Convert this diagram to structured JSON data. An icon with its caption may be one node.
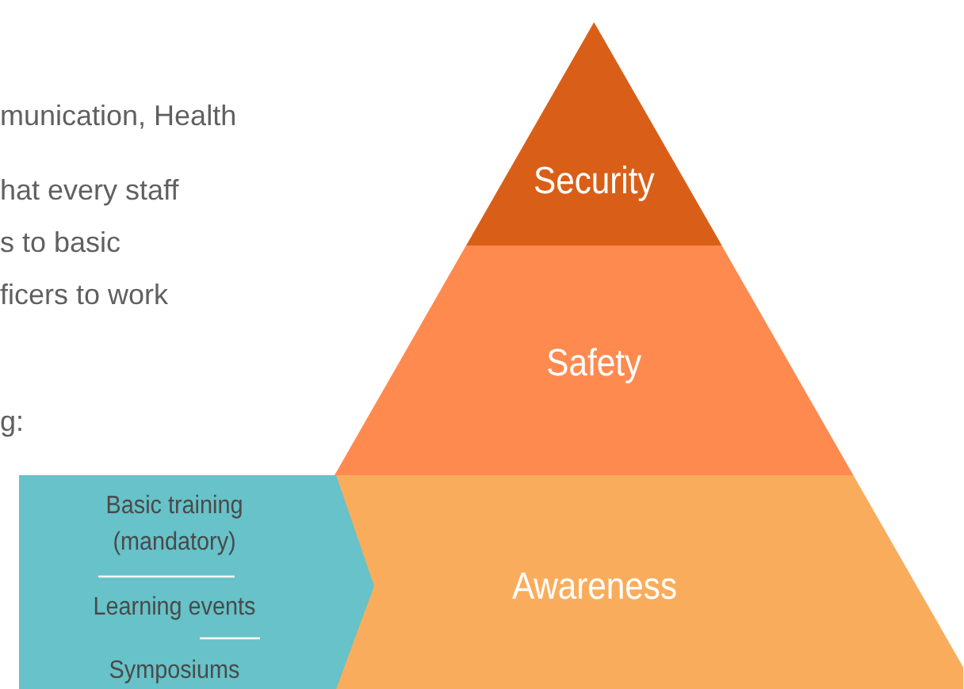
{
  "diagram": {
    "nodes": [
      {
        "text": [
          "Security"
        ]
      },
      {
        "text": [
          "Safety"
        ]
      },
      {
        "text": [
          "Awareness"
        ]
      },
      {
        "text": [
          "Basic training (mandatory)",
          "Learning events",
          "Symposiums"
        ]
      }
    ],
    "labels": [
      "munication, Health",
      "hat every staff s to basic ficers to work",
      "g:"
    ]
  }
}
